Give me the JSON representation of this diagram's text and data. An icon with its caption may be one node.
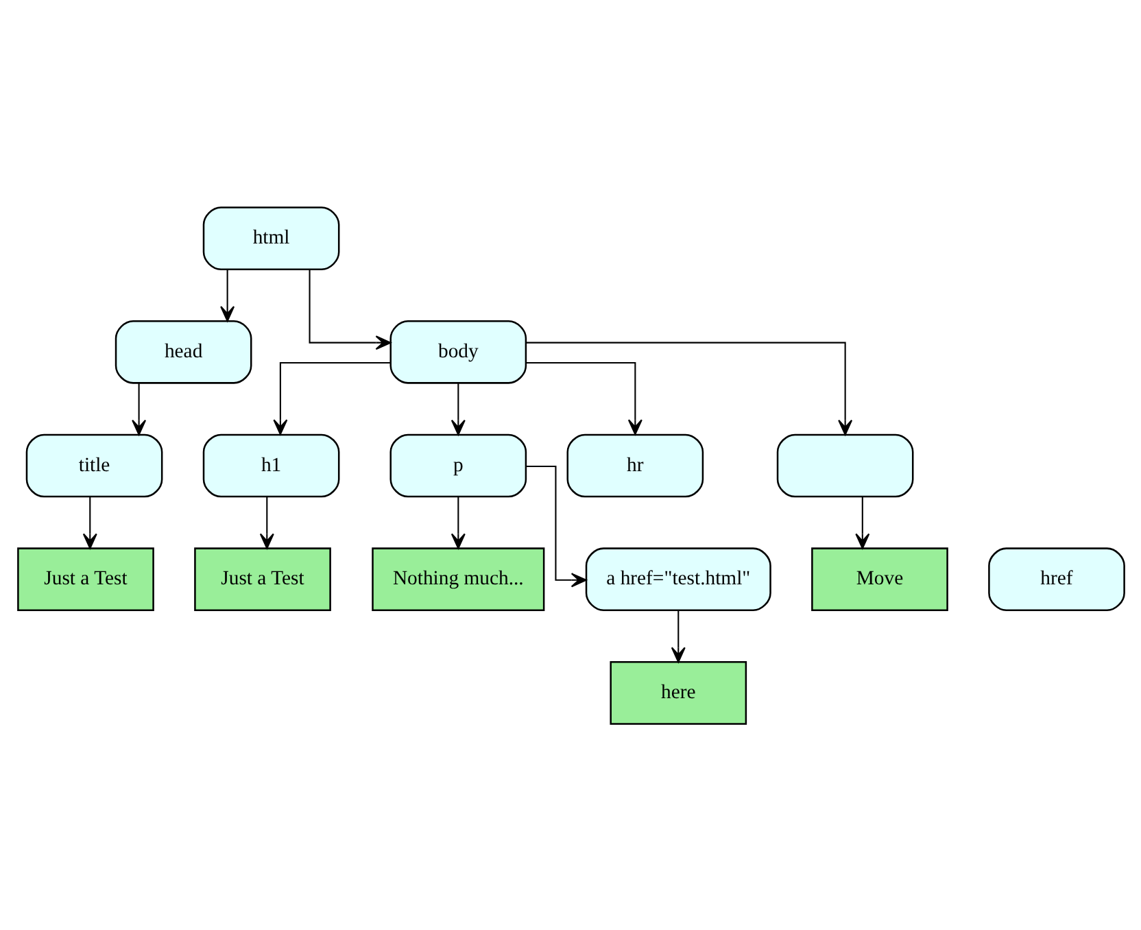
{
  "diagram": {
    "nodes": [
      {
        "text": [
          "html"
        ]
      },
      {
        "text": [
          "head"
        ]
      },
      {
        "text": [
          "body"
        ]
      },
      {
        "text": [
          "title"
        ]
      },
      {
        "text": [
          "Just a Test"
        ]
      },
      {
        "text": [
          "h1"
        ]
      },
      {
        "text": [
          "p"
        ]
      },
      {
        "text": [
          "hr"
        ]
      },
      {
        "text": [],
        "shape": "box"
      },
      {
        "text": [
          "Just a Test"
        ]
      },
      {
        "text": [
          "Nothing much..."
        ]
      },
      {
        "text": [
          "a href=\"test.html\""
        ]
      },
      {
        "text": [
          "Move"
        ]
      },
      {
        "text": [
          "href"
        ]
      },
      {
        "text": [
          "here"
        ]
      }
    ],
    "edges": [
      {
        "from": 0,
        "to": 1,
        "arrow": "to"
      },
      {
        "from": 0,
        "to": 2,
        "arrow": "to"
      },
      {
        "from": 1,
        "to": 3,
        "arrow": "to"
      },
      {
        "from": 3,
        "to": 4,
        "arrow": "to"
      },
      {
        "from": 2,
        "to": 5,
        "arrow": "to"
      },
      {
        "from": 2,
        "to": 6,
        "arrow": "to"
      },
      {
        "from": 2,
        "to": 7,
        "arrow": "to"
      },
      {
        "from": 2,
        "to": 8,
        "arrow": "to"
      },
      {
        "from": 5,
        "to": 9,
        "arrow": "to"
      },
      {
        "from": 6,
        "to": 10,
        "arrow": "to"
      },
      {
        "from": 6,
        "to": 11,
        "arrow": "to"
      },
      {
        "from": 8,
        "to": 12,
        "arrow": "to"
      },
      {
        "from": 11,
        "to": 14,
        "arrow": "to"
      }
    ]
  }
}
